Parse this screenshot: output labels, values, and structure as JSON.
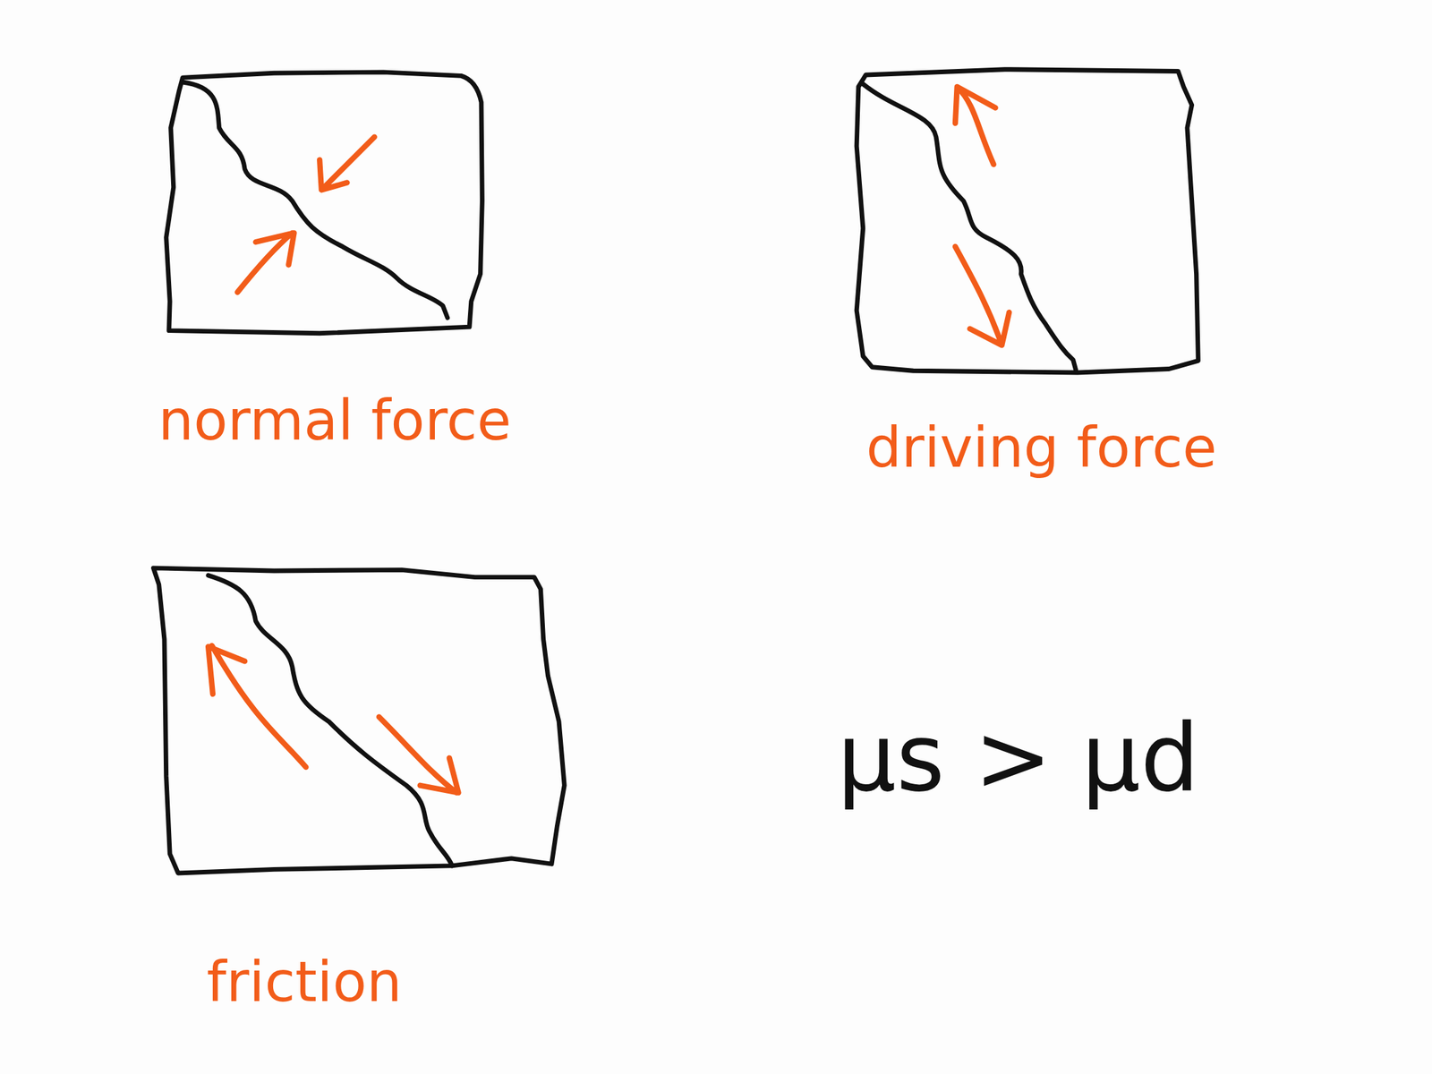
{
  "diagram": {
    "labels": [
      "normal force",
      "driving force",
      "friction",
      "μs > μd"
    ]
  }
}
